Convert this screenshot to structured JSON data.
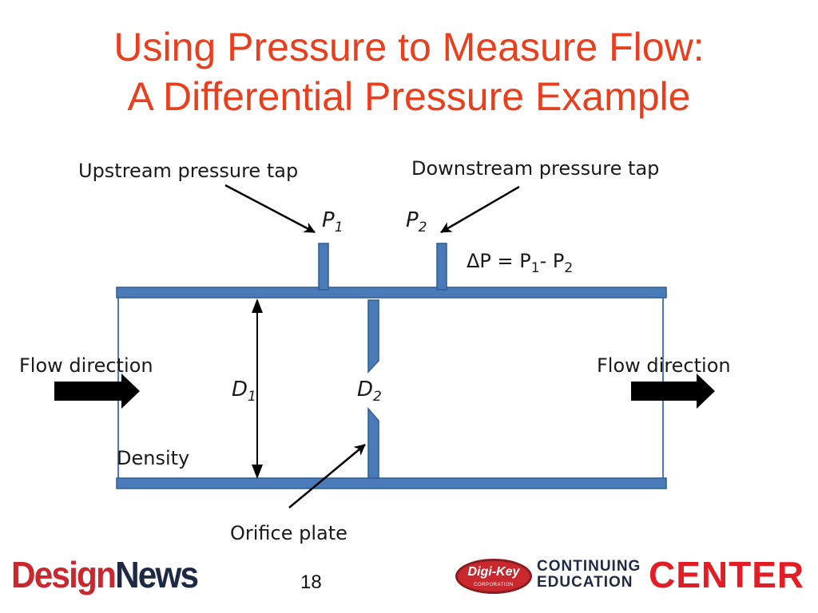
{
  "slide": {
    "title_line1": "Using Pressure to Measure Flow:",
    "title_line2": "A Differential Pressure Example",
    "page_number": "18"
  },
  "diagram": {
    "upstream_tap_label": "Upstream pressure tap",
    "downstream_tap_label": "Downstream pressure tap",
    "p1_main": "P",
    "p1_sub": "1",
    "p2_main": "P",
    "p2_sub": "2",
    "delta_p_prefix": "ΔP = P",
    "delta_p_sub1": "1",
    "delta_p_mid": "- P",
    "delta_p_sub2": "2",
    "flow_left_label": "Flow direction",
    "flow_right_label": "Flow direction",
    "d1_main": "D",
    "d1_sub": "1",
    "d2_main": "D",
    "d2_sub": "2",
    "density_label": "Density",
    "orifice_label": "Orifice plate",
    "pipe_color": "#4a7ab8",
    "arrow_color": "#000000"
  },
  "footer": {
    "left_logo_part1": "Design",
    "left_logo_part2": "News",
    "badge_brand": "Digi-Key",
    "badge_sub": "CORPORATION",
    "ce_line1": "CONTINUING",
    "ce_line2": "EDUCATION",
    "ce_center": "CENTER",
    "accent_red": "#e31d25",
    "title_color": "#e8401e"
  }
}
